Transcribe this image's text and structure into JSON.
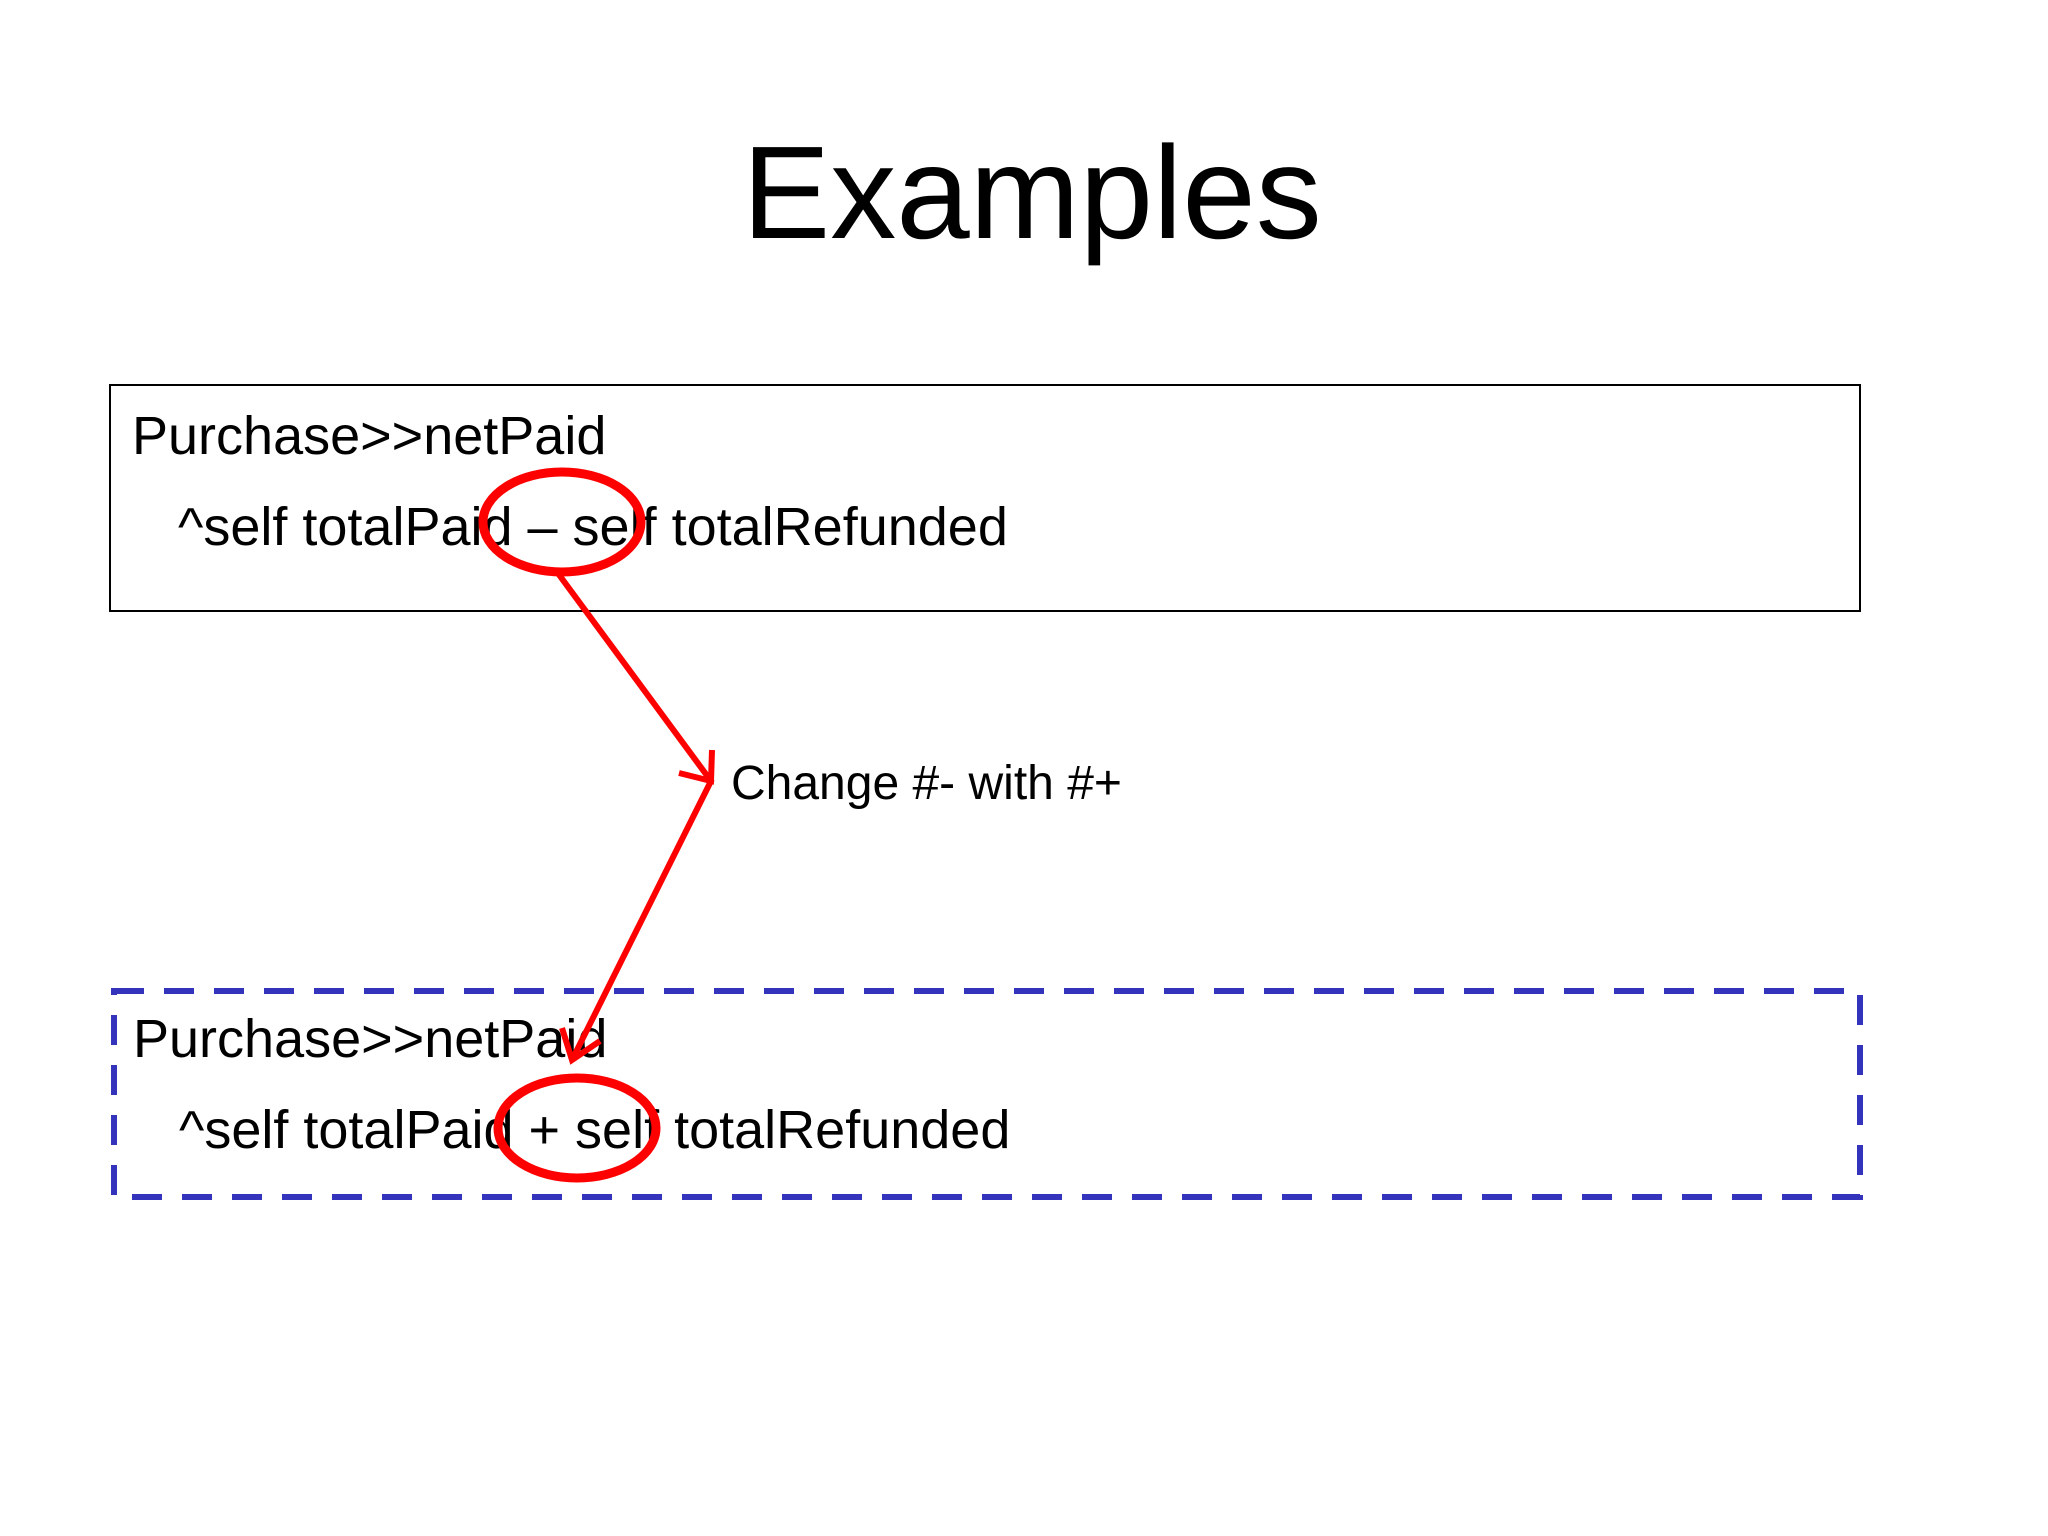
{
  "slide": {
    "title": "Examples"
  },
  "original": {
    "method_header": "Purchase>>netPaid",
    "method_body": "^self totalPaid – self totalRefunded"
  },
  "transformed": {
    "method_header": "Purchase>>netPaid",
    "method_body": "^self totalPaid + self totalRefunded"
  },
  "annotation": {
    "text": "Change #- with #+"
  },
  "colors": {
    "highlight": "#ff0000",
    "dashed_border": "#3333bb",
    "text": "#000000"
  }
}
